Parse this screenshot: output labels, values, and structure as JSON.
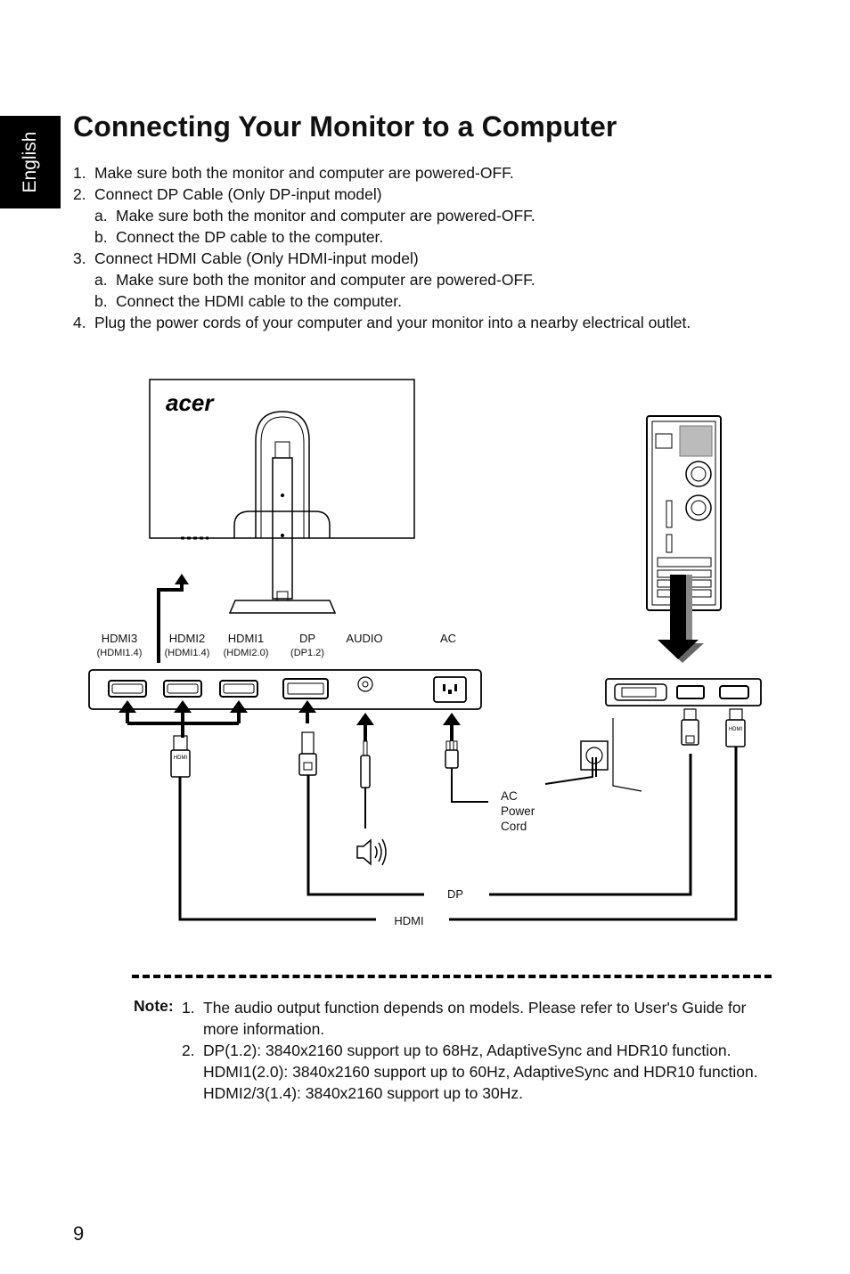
{
  "sidebar": {
    "language": "English"
  },
  "title": "Connecting Your Monitor to a Computer",
  "steps": [
    {
      "num": "1.",
      "text": "Make sure both the monitor and computer are powered-OFF."
    },
    {
      "num": "2.",
      "text": "Connect DP Cable (Only DP-input model)"
    },
    {
      "num": "a.",
      "text": "Make sure both the monitor and computer are powered-OFF."
    },
    {
      "num": "b.",
      "text": "Connect the DP cable to the computer."
    },
    {
      "num": "3.",
      "text": "Connect HDMI Cable (Only HDMI-input model)"
    },
    {
      "num": "a.",
      "text": "Make sure both the monitor and computer are powered-OFF."
    },
    {
      "num": "b.",
      "text": "Connect the HDMI cable to the computer."
    },
    {
      "num": "4.",
      "text": "Plug the power cords of your computer and your monitor into a nearby electrical outlet."
    }
  ],
  "diagram": {
    "brand_logo": "acer",
    "ports": [
      {
        "name": "HDMI3",
        "sub": "(HDMI1.4)"
      },
      {
        "name": "HDMI2",
        "sub": "(HDMI1.4)"
      },
      {
        "name": "HDMI1",
        "sub": "(HDMI2.0)"
      },
      {
        "name": "DP",
        "sub": "(DP1.2)"
      },
      {
        "name": "AUDIO",
        "sub": ""
      },
      {
        "name": "AC",
        "sub": ""
      }
    ],
    "ac_cord": [
      "AC",
      "Power",
      "Cord"
    ],
    "dp_cable": "DP",
    "hdmi_cable": "HDMI",
    "plug_text": "HDMI",
    "icons": [
      "speaker-icon",
      "power-outlet-icon",
      "arrow-down-icon"
    ]
  },
  "note": {
    "label": "Note:",
    "icon": "note-pencil-icon",
    "items": [
      {
        "num": "1.",
        "lines": [
          "The audio output function depends on models. Please refer to User's Guide for more information."
        ]
      },
      {
        "num": "2.",
        "lines": [
          "DP(1.2): 3840x2160 support up to 68Hz, AdaptiveSync and HDR10 function.",
          "HDMI1(2.0): 3840x2160 support up to 60Hz, AdaptiveSync and HDR10 function.",
          "HDMI2/3(1.4): 3840x2160 support up to 30Hz."
        ]
      }
    ]
  },
  "page_number": "9"
}
